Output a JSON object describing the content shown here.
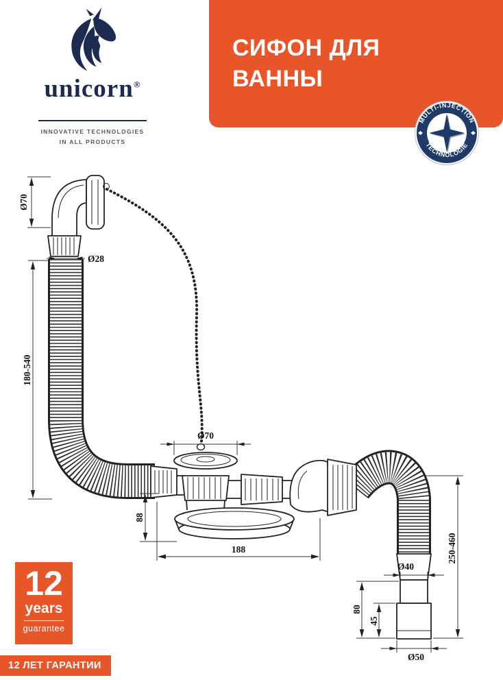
{
  "header": {
    "title_line1": "СИФОН ДЛЯ",
    "title_line2": "ВАННЫ",
    "bg_color": "#E85528"
  },
  "brand": {
    "wordmark": "unicorn",
    "registered": "®",
    "tagline_line1": "INNOVATIVE TECHNOLOGIES",
    "tagline_line2": "IN ALL PRODUCTS",
    "color": "#1d2b50"
  },
  "tech_badge": {
    "arc_top": "MULTI-INJECTION",
    "arc_bottom": "TECHNOLOGIE"
  },
  "guarantee": {
    "number": "12",
    "unit": "years",
    "label": "guarantee",
    "strip_text": "12 ЛЕТ ГАРАНТИИ"
  },
  "diagram": {
    "dims": {
      "overflow_diameter": "Ø70",
      "overflow_pipe_diameter": "Ø28",
      "hose_length_range": "180-540",
      "drain_diameter": "Ø70",
      "body_height": "88",
      "body_width": "188",
      "outlet_length_range": "250-460",
      "outlet_diameter": "Ø40",
      "outlet_height": "80",
      "cuff_height": "45",
      "cuff_diameter": "Ø50"
    }
  }
}
